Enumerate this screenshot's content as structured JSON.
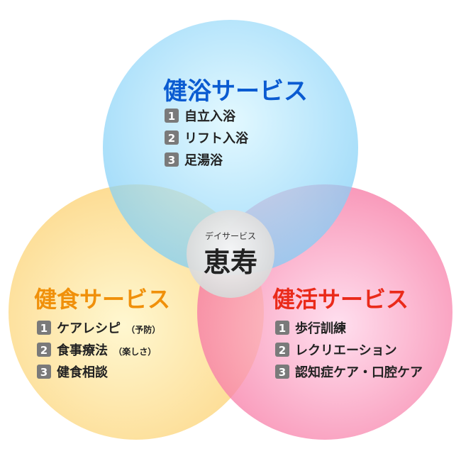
{
  "center": {
    "subtitle": "デイサービス",
    "title": "恵寿"
  },
  "circles": {
    "top": {
      "title": "健浴サービス",
      "title_color": "#0a5bd1",
      "items": [
        {
          "num": "1",
          "label": "自立入浴",
          "note": ""
        },
        {
          "num": "2",
          "label": "リフト入浴",
          "note": ""
        },
        {
          "num": "3",
          "label": "足湯浴",
          "note": ""
        }
      ]
    },
    "left": {
      "title": "健食サービス",
      "title_color": "#f0900a",
      "items": [
        {
          "num": "1",
          "label": "ケアレシピ",
          "note": "（予防）"
        },
        {
          "num": "2",
          "label": "食事療法",
          "note": "（楽しさ）"
        },
        {
          "num": "3",
          "label": "健食相談",
          "note": ""
        }
      ]
    },
    "right": {
      "title": "健活サービス",
      "title_color": "#ea2a1a",
      "items": [
        {
          "num": "1",
          "label": "歩行訓練",
          "note": ""
        },
        {
          "num": "2",
          "label": "レクリエーション",
          "note": ""
        },
        {
          "num": "3",
          "label": "認知症ケア・口腔ケア",
          "note": ""
        }
      ]
    }
  },
  "colors": {
    "top_fill": "#8fdcfb",
    "left_fill": "#fde08a",
    "right_fill": "#fb8fb6",
    "badge": "#7a7a7a",
    "center_fill": "#e9e9e9"
  }
}
